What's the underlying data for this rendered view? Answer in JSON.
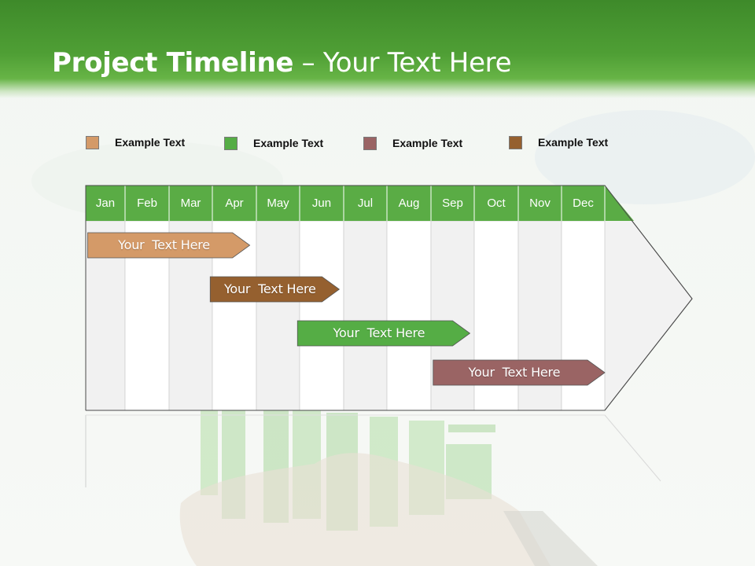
{
  "slide": {
    "title_bold": "Project Timeline",
    "title_rest": " – Your Text Here"
  },
  "legend": [
    {
      "label": "Example Text",
      "color": "#d49a68"
    },
    {
      "label": "Example Text",
      "color": "#55ad45"
    },
    {
      "label": "Example Text",
      "color": "#9a6464"
    },
    {
      "label": "Example Text",
      "color": "#95602f"
    }
  ],
  "timeline": {
    "months": [
      "Jan",
      "Feb",
      "Mar",
      "Apr",
      "May",
      "Jun",
      "Jul",
      "Aug",
      "Sep",
      "Oct",
      "Nov",
      "Dec"
    ],
    "header_color": "#5aac45",
    "tasks": [
      {
        "label": "Your  Text Here",
        "start_month": 0.05,
        "end_month": 3.85,
        "color": "#d49a68"
      },
      {
        "label": "Your  Text Here",
        "start_month": 2.95,
        "end_month": 5.9,
        "color": "#95602f"
      },
      {
        "label": "Your  Text Here",
        "start_month": 4.95,
        "end_month": 8.9,
        "color": "#55ad45"
      },
      {
        "label": "Your  Text Here",
        "start_month": 8.05,
        "end_month": 12.0,
        "color": "#9a6464"
      }
    ]
  }
}
